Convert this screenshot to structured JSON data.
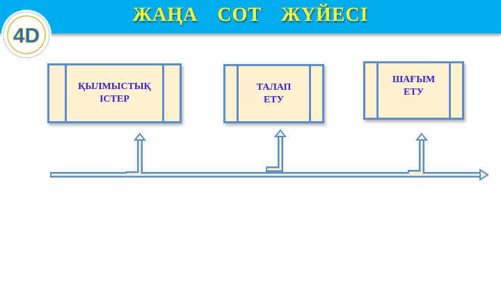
{
  "header": {
    "title": "ЖАҢА СОТ ЖҮЙЕСІ"
  },
  "logo": {
    "text": "4D"
  },
  "boxes": [
    {
      "label": "ҚЫЛМЫСТЫҚ\nІСТЕР"
    },
    {
      "label": "ТАЛАП\nЕТУ"
    },
    {
      "label": "ШАҒЫМ\nЕТУ"
    }
  ],
  "colors": {
    "banner": "#00aeef",
    "title": "#ffff33",
    "box_fill": "#fff2d2",
    "box_border": "#5b8ec9",
    "text": "#3a1fc8"
  }
}
